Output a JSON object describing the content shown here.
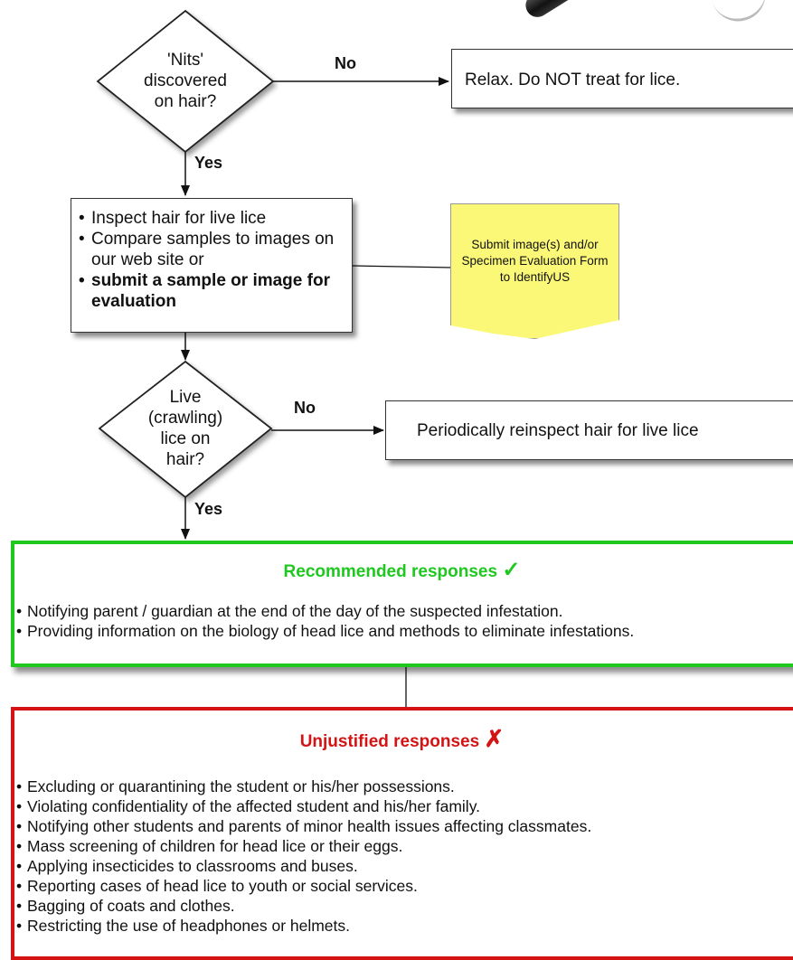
{
  "decision1": {
    "lines": [
      "'Nits'",
      "discovered",
      "on hair?"
    ]
  },
  "decision1_no_label": "No",
  "decision1_yes_label": "Yes",
  "relax_box": "Relax.  Do NOT treat for lice.",
  "inspect_box": {
    "items": [
      "Inspect hair for live lice",
      "Compare samples to images on our web site or",
      "submit a sample or image for evaluation"
    ]
  },
  "note": {
    "lines": [
      "Submit image(s) and/or",
      "Specimen Evaluation Form",
      "to IdentifyUS"
    ]
  },
  "decision2": {
    "lines": [
      "Live",
      "(crawling)",
      "lice on",
      "hair?"
    ]
  },
  "decision2_no_label": "No",
  "decision2_yes_label": "Yes",
  "reinspect_box": "Periodically reinspect hair for live lice",
  "recommended": {
    "title": "Recommended responses",
    "mark": "✓",
    "color": "#1ec81e",
    "items": [
      "Notifying parent / guardian at the end of the day of the suspected infestation.",
      "Providing information on the biology of head lice and methods to eliminate infestations."
    ]
  },
  "unjustified": {
    "title": "Unjustified responses",
    "mark": "✗",
    "color": "#d41414",
    "items": [
      "Excluding or quarantining the student or his/her possessions.",
      "Violating confidentiality of the affected student and his/her family.",
      "Notifying other students and parents of minor health issues affecting classmates.",
      "Mass screening of children for head lice or their eggs.",
      "Applying insecticides to classrooms and buses.",
      "Reporting cases of head lice to youth or social services.",
      "Bagging of coats and clothes.",
      "Restricting the use of headphones or helmets."
    ]
  }
}
